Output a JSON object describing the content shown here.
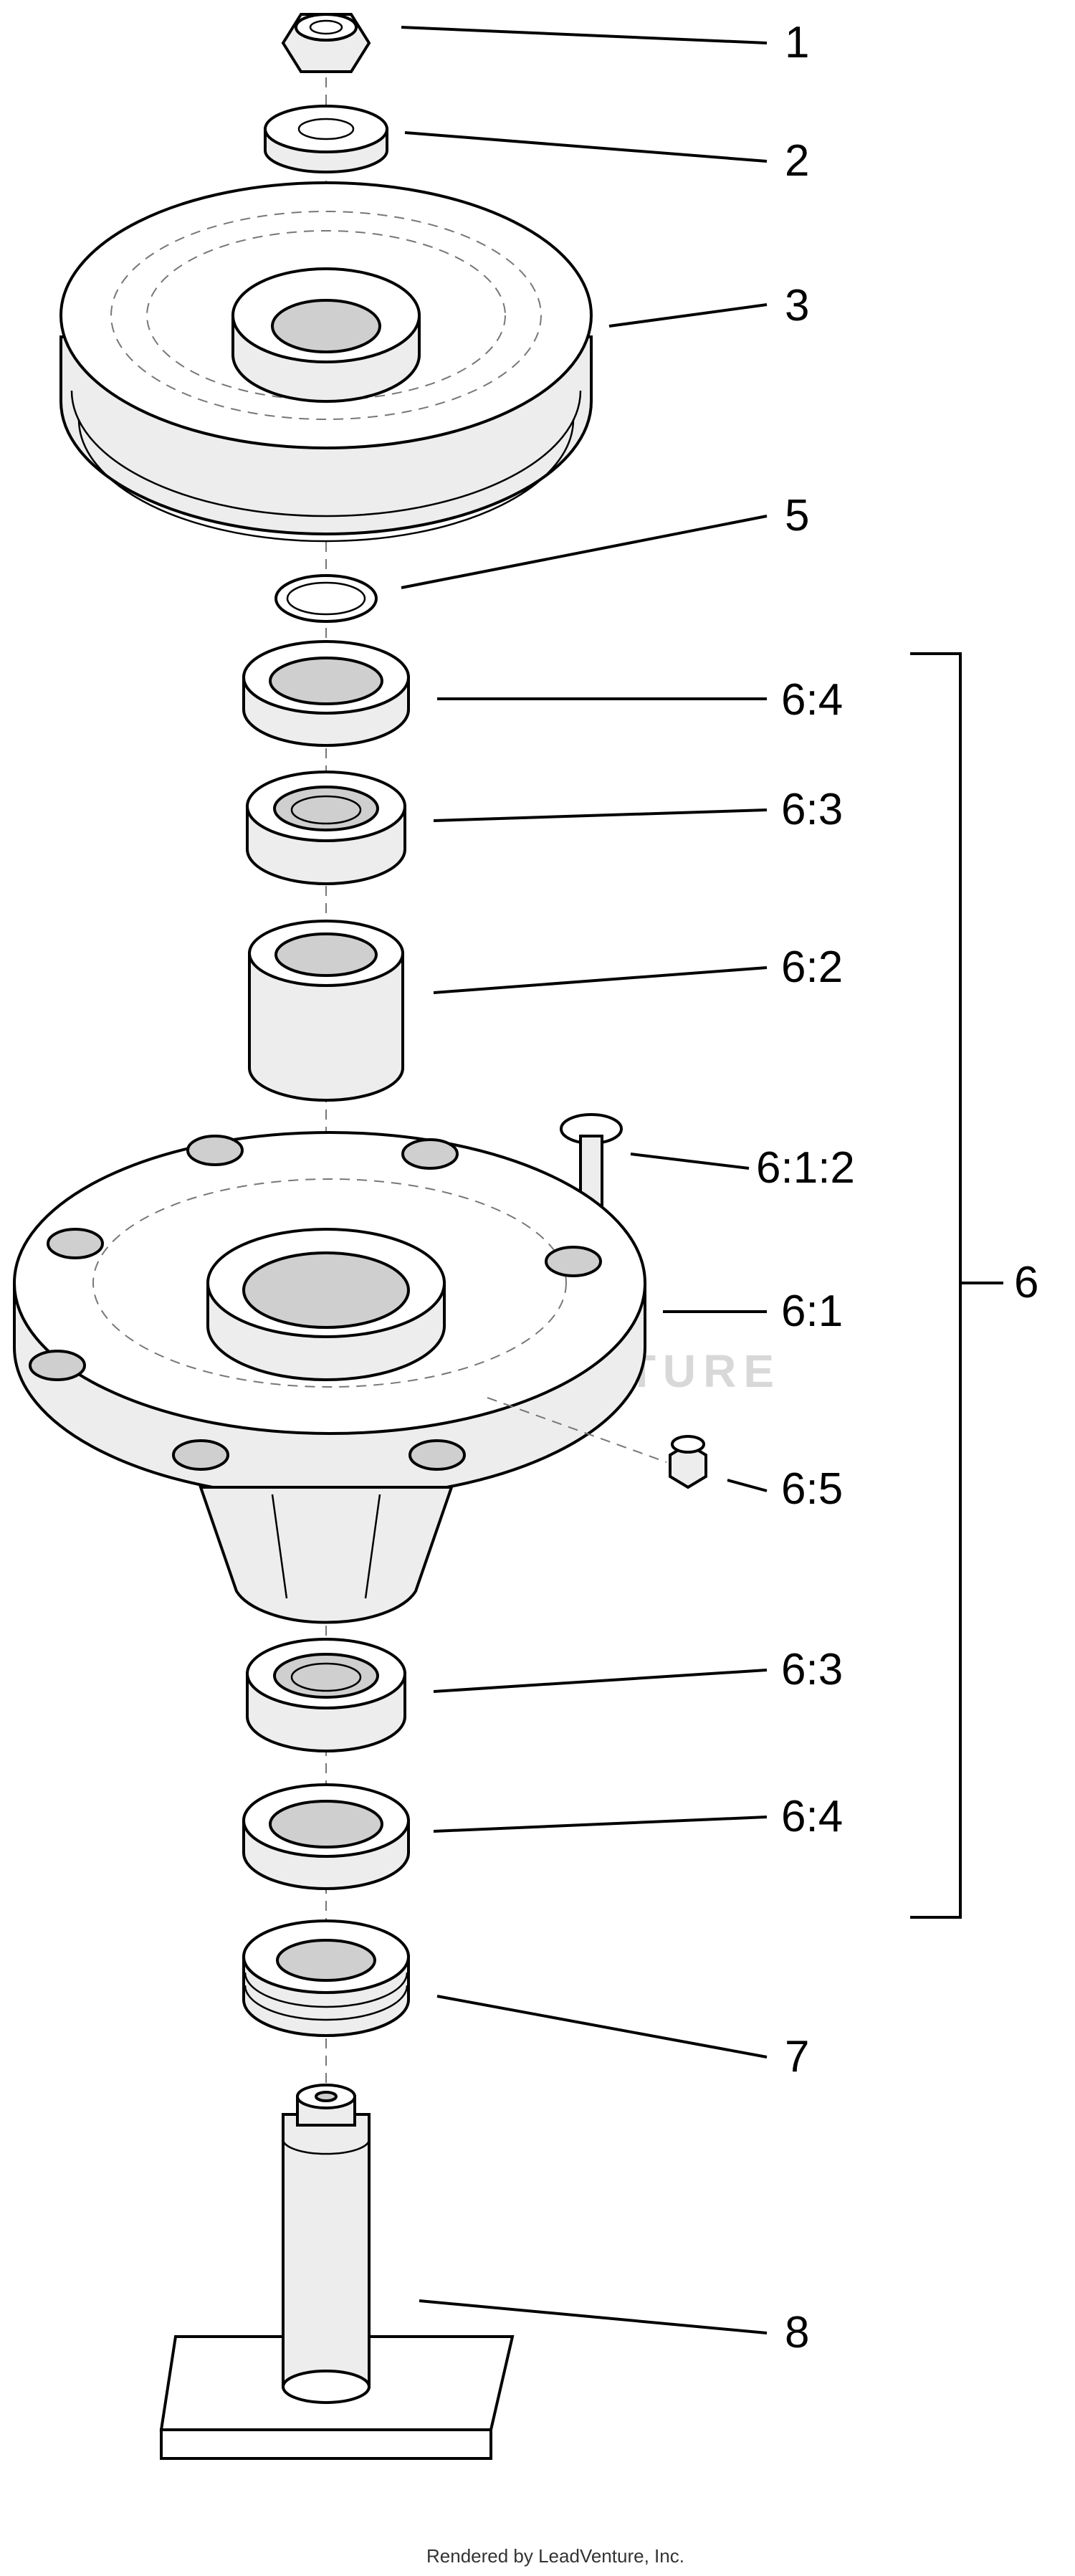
{
  "callouts": {
    "c1": "1",
    "c2": "2",
    "c3": "3",
    "c5": "5",
    "c6_4_top": "6:4",
    "c6_3_top": "6:3",
    "c6_2": "6:2",
    "c6_1_2": "6:1:2",
    "c6_1": "6:1",
    "c6_5": "6:5",
    "c6_3_bottom": "6:3",
    "c6_4_bottom": "6:4",
    "c7": "7",
    "c8": "8",
    "c6_group": "6"
  },
  "footer_text": "Rendered by LeadVenture, Inc.",
  "watermark_text": "LEADVENTURE"
}
